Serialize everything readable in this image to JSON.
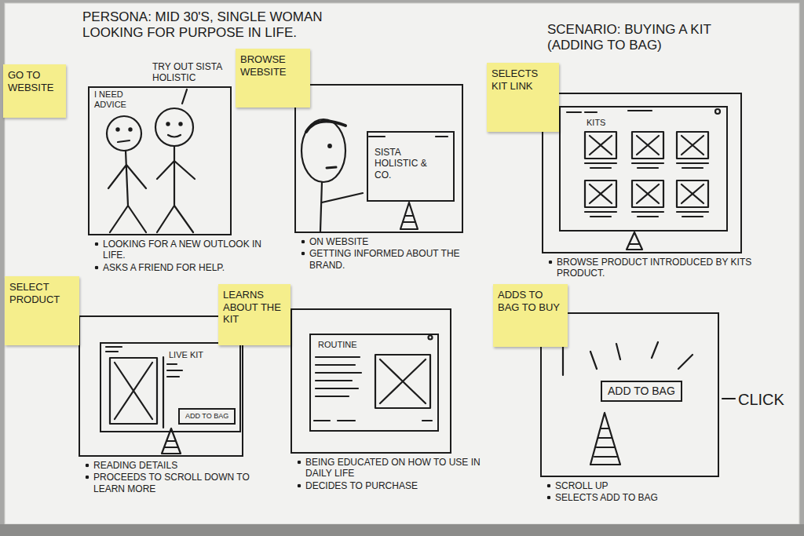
{
  "diagram": {
    "title": "PERSONA: MID 30'S, SINGLE WOMAN LOOKING FOR PURPOSE IN LIFE.",
    "nodes": [
      {
        "text": [
          "GO TO WEBSITE"
        ]
      },
      {
        "text": [
          "I NEED ADVICE",
          "TRY OUT SISTA HOLISTIC",
          "LOOKING FOR A NEW OUTLOOK IN LIFE.",
          "ASKS A FRIEND FOR HELP."
        ]
      },
      {
        "text": [
          "BROWSE WEBSITE"
        ]
      },
      {
        "text": [
          "ON WEBSITE",
          "GETTING INFORMED ABOUT THE BRAND."
        ]
      },
      {
        "text": [
          "SISTA HOLISTIC & CO."
        ],
        "in": 3
      },
      {
        "text": [
          "SELECTS KIT LINK"
        ]
      },
      {
        "text": [
          "BROWSE PRODUCT INTRODUCED BY KITS PRODUCT."
        ]
      },
      {
        "text": [
          "KITS"
        ],
        "in": 6
      },
      {
        "text": [
          "SELECT PRODUCT"
        ]
      },
      {
        "text": [
          "READING DETAILS",
          "PROCEEDS TO SCROLL DOWN TO LEARN MORE"
        ]
      },
      {
        "text": [
          "LIVE KIT"
        ],
        "in": 9
      },
      {
        "text": [
          "ADD TO BAG"
        ],
        "in": 10
      },
      {
        "text": [
          "LEARNS ABOUT THE KIT"
        ]
      },
      {
        "text": [
          "BEING EDUCATED ON HOW TO USE IN DAILY LIFE",
          "DECIDES TO PURCHASE"
        ]
      },
      {
        "text": [
          "ROUTINE"
        ],
        "in": 13
      },
      {
        "text": [
          "ADDS TO BAG TO BUY"
        ]
      },
      {
        "text": [
          "SCROLL UP",
          "SELECTS ADD TO BAG"
        ]
      },
      {
        "text": [
          "ADD TO BAG"
        ],
        "in": 16
      }
    ],
    "labels": [
      "SCENARIO: BUYING A KIT (ADDING TO BAG)",
      "CLICK"
    ]
  }
}
